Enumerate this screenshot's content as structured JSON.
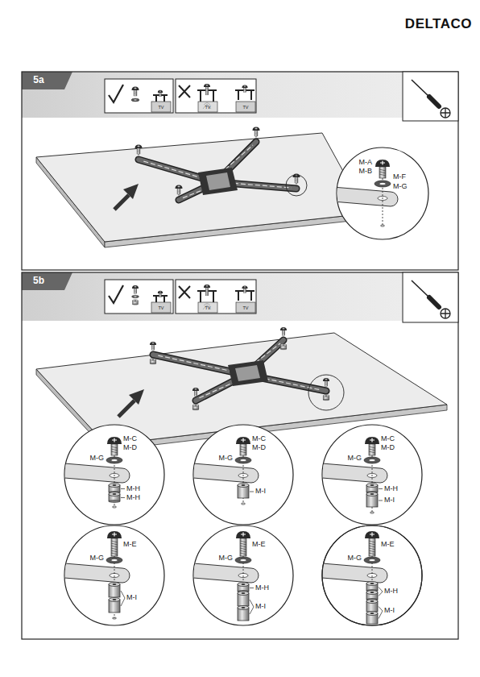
{
  "diagram": {
    "labels": [
      "DELTACO",
      "5a",
      "TV",
      "TV",
      "TV",
      "M-A",
      "M-B",
      "M-F",
      "M-G",
      "5b",
      "TV",
      "TV",
      "TV",
      "M-C",
      "M-D",
      "M-G",
      "M-H",
      "M-H",
      "M-C",
      "M-D",
      "M-G",
      "M-I",
      "M-C",
      "M-D",
      "M-G",
      "M-H",
      "M-I",
      "M-E",
      "M-G",
      "M-I",
      "M-E",
      "M-G",
      "M-H",
      "M-I",
      "M-E",
      "M-G",
      "M-H",
      "M-I"
    ]
  }
}
